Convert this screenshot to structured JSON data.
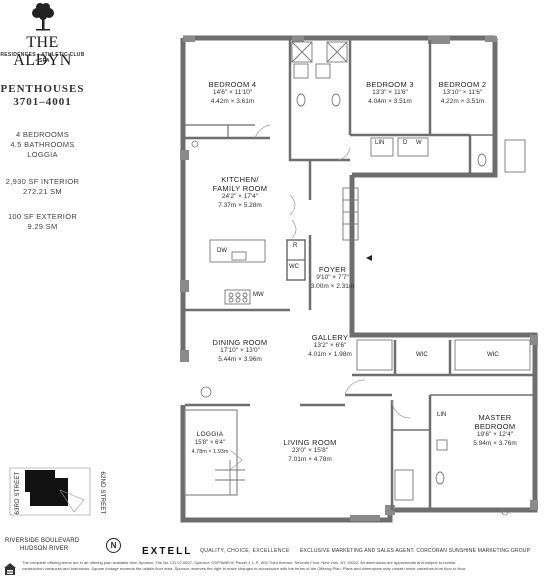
{
  "brand": {
    "name": "THE ALDYN",
    "tagline": "RESIDENCES • ATHLETIC CLUB • SPA"
  },
  "unit": {
    "title_line1": "PENTHOUSES",
    "title_line2": "3701–4001",
    "bedrooms": "4 BEDROOMS",
    "bathrooms": "4.5 BATHROOMS",
    "loggia": "LOGGIA",
    "interior_sf": "2,930 SF INTERIOR",
    "interior_sm": "272.21 SM",
    "exterior_sf": "100 SF EXTERIOR",
    "exterior_sm": "9.29 SM"
  },
  "rooms": {
    "bedroom4": {
      "name": "BEDROOM 4",
      "imperial": "14'6\" × 11'10\"",
      "metric": "4.42m × 3.61m"
    },
    "bedroom3": {
      "name": "BEDROOM 3",
      "imperial": "13'3\" × 11'6\"",
      "metric": "4.04m × 3.51m"
    },
    "bedroom2": {
      "name": "BEDROOM 2",
      "imperial": "13'10\" × 11'6\"",
      "metric": "4.22m × 3.51m"
    },
    "kitchen": {
      "name_line1": "KITCHEN/",
      "name_line2": "FAMILY ROOM",
      "imperial": "24'2\" × 17'4\"",
      "metric": "7.37m × 5.28m"
    },
    "foyer": {
      "name": "FOYER",
      "imperial": "9'10\" × 7'7\"",
      "metric": "3.00m × 2.31m"
    },
    "gallery": {
      "name": "GALLERY",
      "imperial": "13'2\" × 6'6\"",
      "metric": "4.01m × 1.98m"
    },
    "dining": {
      "name": "DINING ROOM",
      "imperial": "17'10\" × 13'0\"",
      "metric": "5.44m × 3.96m"
    },
    "loggia": {
      "name": "LOGGIA",
      "imperial": "15'8\" × 6'4\"",
      "metric": "4.78m × 1.93m"
    },
    "living": {
      "name": "LIVING ROOM",
      "imperial": "23'0\" × 15'8\"",
      "metric": "7.01m × 4.78m"
    },
    "master": {
      "name_line1": "MASTER",
      "name_line2": "BEDROOM",
      "imperial": "19'6\" × 12'4\"",
      "metric": "5.94m × 3.76m"
    }
  },
  "fixtures": {
    "lin": "LIN",
    "d": "D",
    "w": "W",
    "r": "R",
    "wc": "WC",
    "dw": "DW",
    "mw": "MW",
    "wic": "WIC"
  },
  "streets": {
    "s63": "63RD STREET",
    "s62": "62ND STREET",
    "riverside": "RIVERSIDE BOULEVARD",
    "hudson": "HUDSON RIVER",
    "north": "N"
  },
  "footer": {
    "developer": "EXTELL",
    "developer_tagline": "QUALITY, CHOICE, EXCELLENCE",
    "marketing": "EXCLUSIVE MARKETING AND SALES AGENT: CORCORAN SUNSHINE MARKETING GROUP",
    "legal_line1": "The complete offering terms are in an offering plan available from Sponsor. File No. CD 07-0607. Sponsor: OSP/WAR III Parcel J, L.P., 805 Third Avenue, Seventh Floor, New York, NY 10022. All dimensions are approximate and subject to normal",
    "legal_line2": "construction variances and tolerances. Square footage exceeds the usable floor area. Sponsor reserves the right to make changes in accordance with the terms of the Offering Plan. Plans and dimensions may contain minor variations from floor to floor."
  },
  "colors": {
    "wall": "#7a7a7a",
    "wall_dark": "#444444",
    "line": "#555555",
    "text": "#222222",
    "background": "#ffffff"
  }
}
